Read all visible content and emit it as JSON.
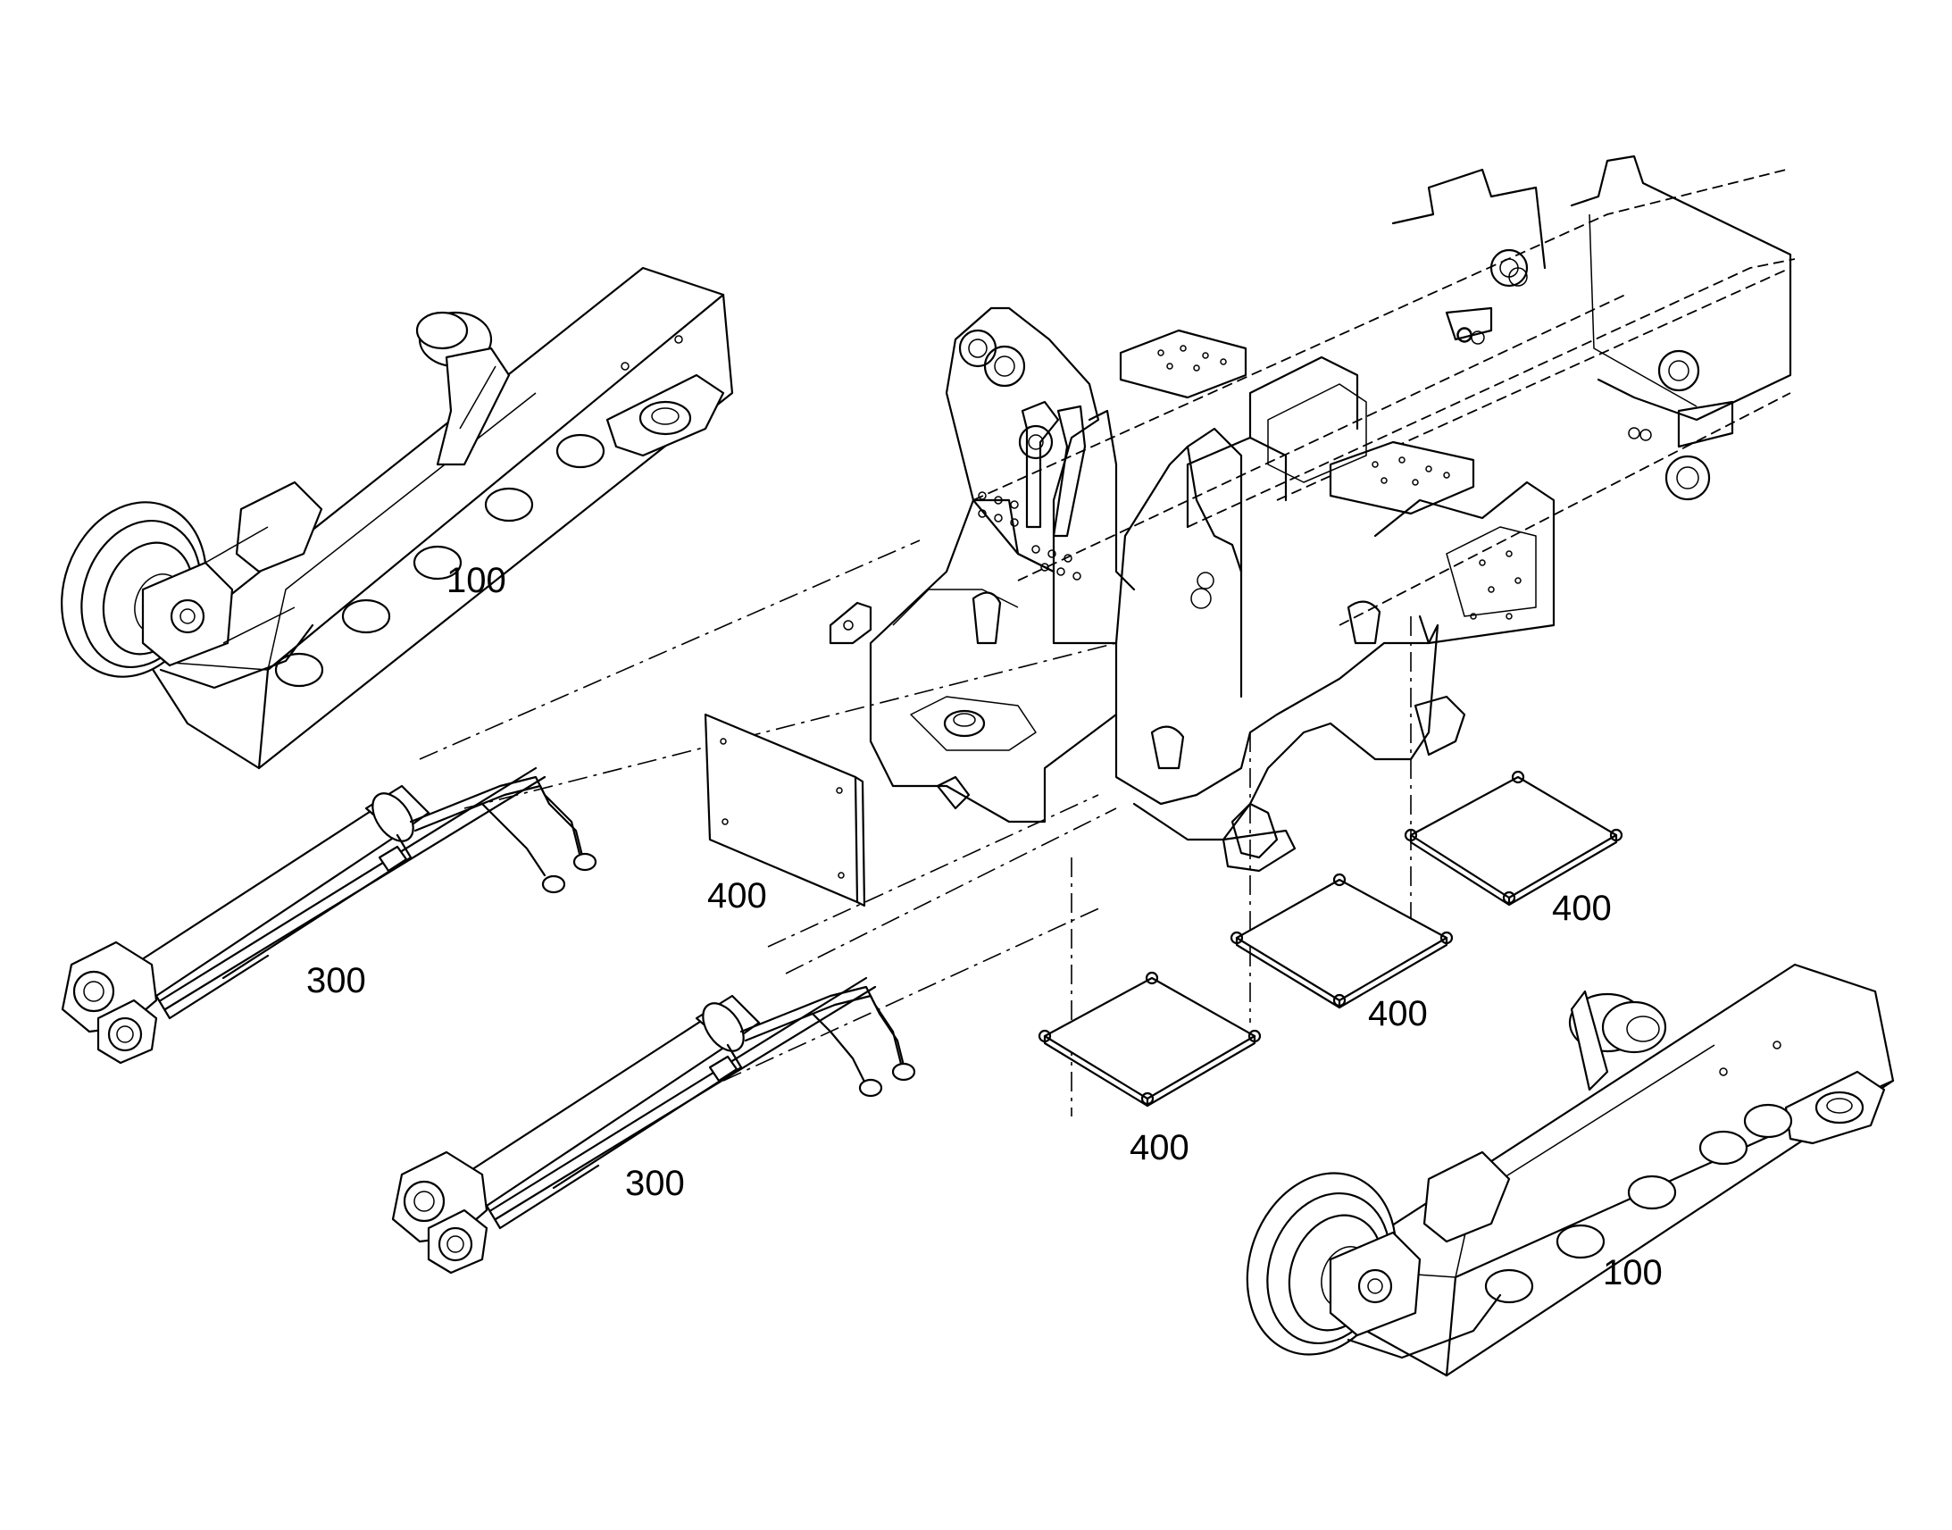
{
  "callouts": [
    {
      "id": "track-frame-left",
      "label": "100"
    },
    {
      "id": "track-frame-right",
      "label": "100"
    },
    {
      "id": "cylinder-upper",
      "label": "300"
    },
    {
      "id": "cylinder-lower",
      "label": "300"
    },
    {
      "id": "plate-vertical",
      "label": "400"
    },
    {
      "id": "pad-rear",
      "label": "400"
    },
    {
      "id": "pad-middle",
      "label": "400"
    },
    {
      "id": "pad-front",
      "label": "400"
    }
  ],
  "colors": {
    "line": "#000000",
    "background": "#ffffff"
  }
}
